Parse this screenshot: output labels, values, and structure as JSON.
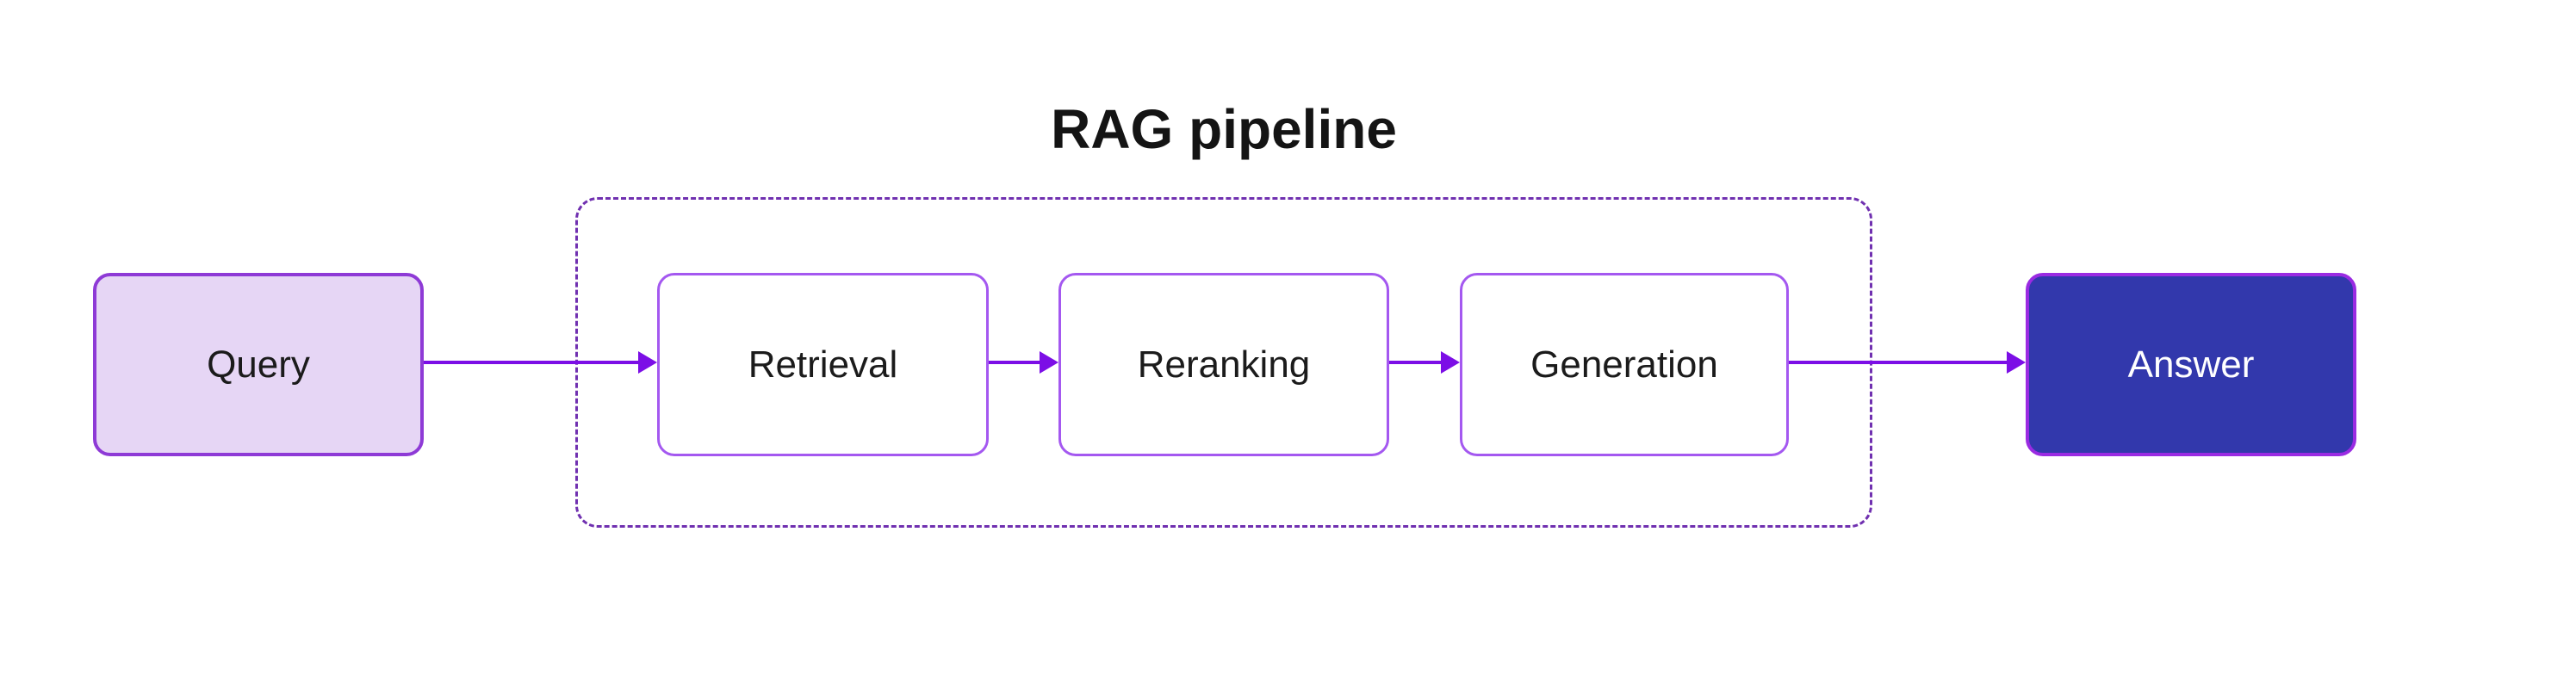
{
  "diagram": {
    "title": "RAG pipeline",
    "nodes": [
      {
        "label": "Query",
        "kind": "input"
      },
      {
        "label": "Retrieval",
        "kind": "stage"
      },
      {
        "label": "Reranking",
        "kind": "stage"
      },
      {
        "label": "Generation",
        "kind": "stage"
      },
      {
        "label": "Answer",
        "kind": "output"
      }
    ],
    "group": {
      "label": "RAG pipeline",
      "members": [
        "Retrieval",
        "Reranking",
        "Generation"
      ],
      "border_style": "dashed"
    },
    "edges": [
      {
        "from": "Query",
        "to": "Retrieval"
      },
      {
        "from": "Retrieval",
        "to": "Reranking"
      },
      {
        "from": "Reranking",
        "to": "Generation"
      },
      {
        "from": "Generation",
        "to": "Answer"
      }
    ],
    "colors": {
      "background": "#ffffff",
      "title_text": "#141414",
      "label_text": "#1b1b1b",
      "arrow": "#7c0ee6",
      "stage_border": "#a458f0",
      "input_fill": "#e6d6f5",
      "input_border": "#8e3ad6",
      "output_fill": "#3238ac",
      "output_border": "#9a2be2",
      "output_text": "#ffffff",
      "group_border": "#7030b0"
    }
  }
}
